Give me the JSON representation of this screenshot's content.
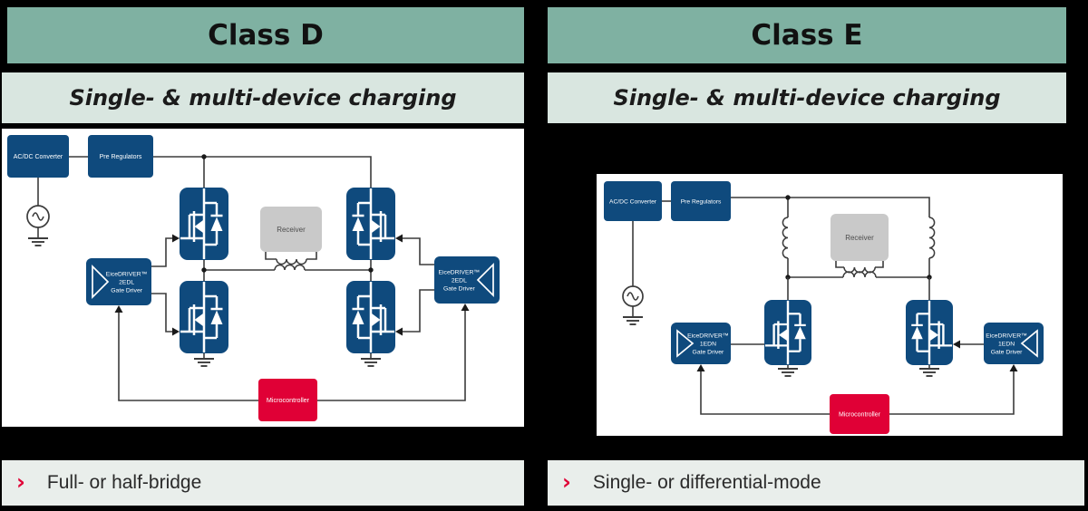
{
  "colors": {
    "header_bg": "#7FB1A2",
    "subtitle_bg": "#D9E6E0",
    "bullet_bg": "#E9EEEB",
    "navy": "#0F4A7D",
    "red": "#E00036",
    "wire": "#3C3C3C",
    "receiver_gray": "#C9C9C9",
    "receiver_text": "#4D4D4D",
    "page_bg": "#000000"
  },
  "columns": [
    {
      "id": "class-d",
      "header": "Class D",
      "subtitle": "Single- & multi-device charging",
      "bullet_marker": "›",
      "bullet": "Full-  or half-bridge",
      "diagram": {
        "type": "circuit-schematic",
        "topology": "full- or half-bridge wireless charging transmitter",
        "blocks": {
          "acdc": "AC/DC Converter",
          "pre_regulators": "Pre Regulators",
          "receiver": "Receiver",
          "microcontroller": "Microcontroller",
          "gate_driver_lines": [
            "EiceDRIVER™",
            "2EDL",
            "Gate Driver"
          ]
        },
        "mosfet_count": 4,
        "gate_driver_count": 2
      }
    },
    {
      "id": "class-e",
      "header": "Class E",
      "subtitle": "Single- & multi-device charging",
      "bullet_marker": "›",
      "bullet": "Single-  or differential-mode",
      "diagram": {
        "type": "circuit-schematic",
        "topology": "single- or differential-mode wireless charging transmitter",
        "blocks": {
          "acdc": "AC/DC Converter",
          "pre_regulators": "Pre Regulators",
          "receiver": "Receiver",
          "microcontroller": "Microcontroller",
          "gate_driver_lines": [
            "EiceDRIVER™",
            "1EDN",
            "Gate Driver"
          ]
        },
        "mosfet_count": 2,
        "gate_driver_count": 2
      }
    }
  ]
}
